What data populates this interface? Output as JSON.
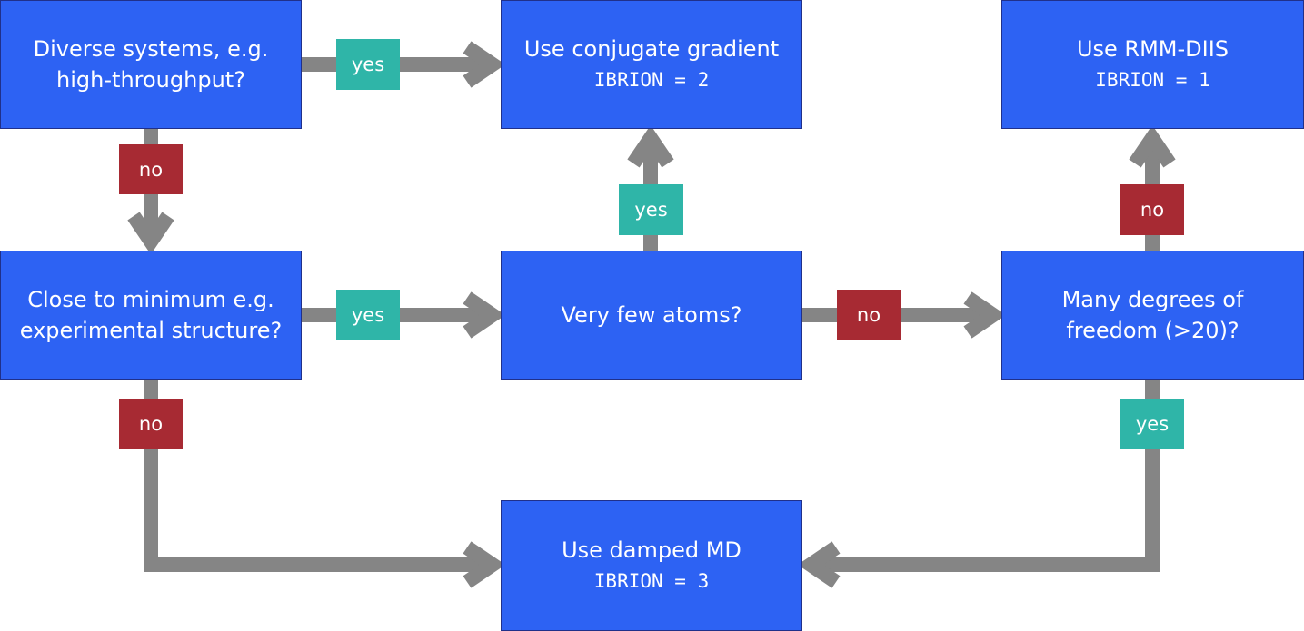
{
  "nodes": {
    "diverse": {
      "lines": [
        "Diverse systems, e.g.",
        "high-throughput?"
      ]
    },
    "close_min": {
      "lines": [
        "Close to minimum e.g.",
        "experimental structure?"
      ]
    },
    "cg": {
      "lines": [
        "Use conjugate gradient"
      ],
      "code": "IBRION = 2"
    },
    "few_atoms": {
      "lines": [
        "Very few atoms?"
      ]
    },
    "damped_md": {
      "lines": [
        "Use damped MD"
      ],
      "code": "IBRION = 3"
    },
    "rmm": {
      "lines": [
        "Use RMM-DIIS"
      ],
      "code": "IBRION = 1"
    },
    "many_dof": {
      "lines": [
        "Many degrees of",
        "freedom (>20)?"
      ]
    }
  },
  "edge_labels": {
    "diverse_yes": "yes",
    "diverse_no": "no",
    "close_yes": "yes",
    "close_no": "no",
    "few_yes": "yes",
    "few_no": "no",
    "many_no": "no",
    "many_yes": "yes"
  },
  "colors": {
    "box_fill": "#2d62f3",
    "yes_tag": "#2fb5a8",
    "no_tag": "#a72a33",
    "connector": "#858585"
  }
}
